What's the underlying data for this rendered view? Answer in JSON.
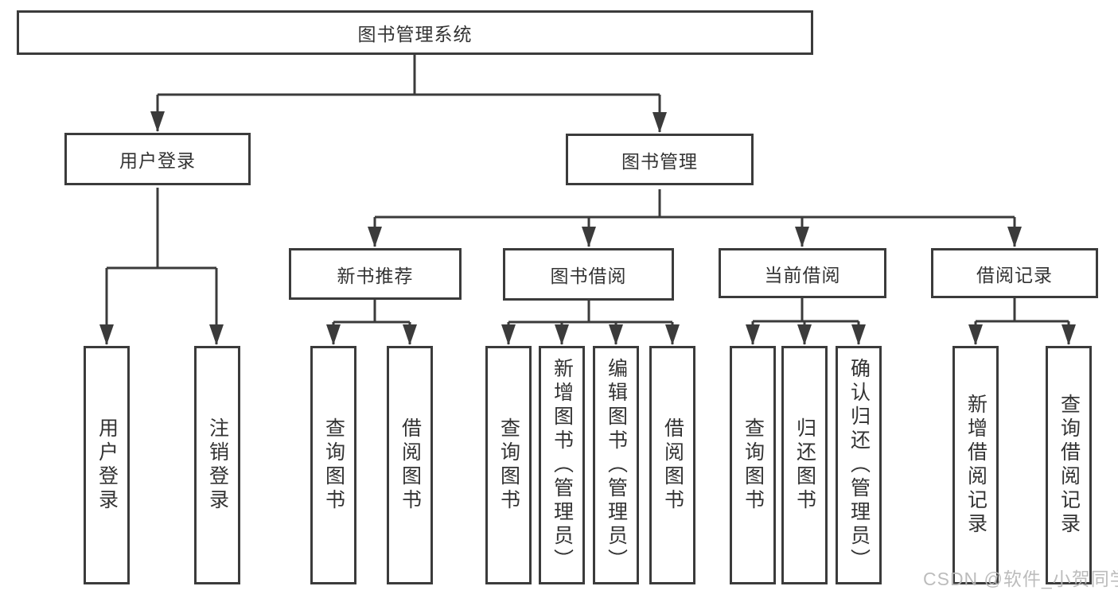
{
  "diagram": {
    "title": "图书管理系统",
    "type": "hierarchy-tree",
    "colors": {
      "line": "#3b3b3b",
      "text": "#333333",
      "watermark": "#b8b8b8",
      "background": "#ffffff"
    }
  },
  "tree": {
    "label": "图书管理系统",
    "children": [
      {
        "label": "用户登录",
        "children": [
          {
            "label": "用户登录"
          },
          {
            "label": "注销登录"
          }
        ]
      },
      {
        "label": "图书管理",
        "children": [
          {
            "label": "新书推荐",
            "children": [
              {
                "label": "查询图书"
              },
              {
                "label": "借阅图书"
              }
            ]
          },
          {
            "label": "图书借阅",
            "children": [
              {
                "label": "查询图书"
              },
              {
                "label": "新增图书（管理员）"
              },
              {
                "label": "编辑图书（管理员）"
              },
              {
                "label": "借阅图书"
              }
            ]
          },
          {
            "label": "当前借阅",
            "children": [
              {
                "label": "查询图书"
              },
              {
                "label": "归还图书"
              },
              {
                "label": "确认归还（管理员）"
              }
            ]
          },
          {
            "label": "借阅记录",
            "children": [
              {
                "label": "新增借阅记录"
              },
              {
                "label": "查询借阅记录"
              }
            ]
          }
        ]
      }
    ]
  },
  "watermark": {
    "text": "CSDN @软件_小贺同学"
  }
}
